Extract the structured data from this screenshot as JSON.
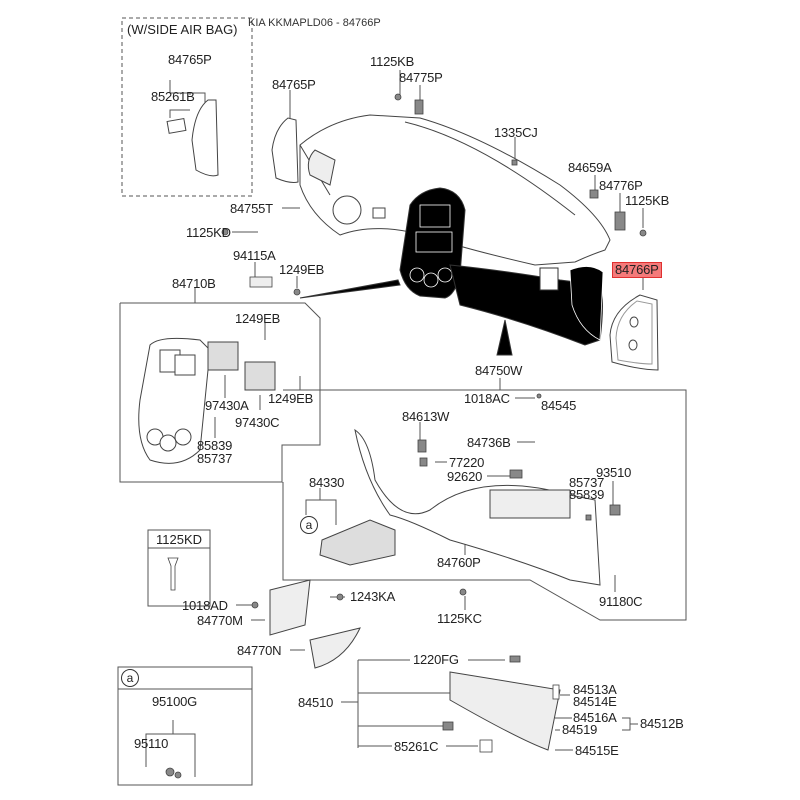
{
  "header": {
    "title": "KIA KKMAPLD06 - 84766P",
    "side_airbag_note": "(W/SIDE AIR BAG)"
  },
  "highlight": {
    "part": "84766P",
    "fill_color": "#f47a7a",
    "border_color": "#e03030"
  },
  "labels": {
    "p84765P_box": "84765P",
    "p85261B": "85261B",
    "p84765P": "84765P",
    "p1125KB_top": "1125KB",
    "p84775P": "84775P",
    "p1335CJ": "1335CJ",
    "p84659A": "84659A",
    "p84776P": "84776P",
    "p1125KB_right": "1125KB",
    "p84766P": "84766P",
    "p84755T": "84755T",
    "p1125KD": "1125KD",
    "p94115A": "94115A",
    "p1249EB_top": "1249EB",
    "p84710B": "84710B",
    "p1249EB_a": "1249EB",
    "p97430A": "97430A",
    "p1249EB_b": "1249EB",
    "p97430C": "97430C",
    "p85839_left": "85839",
    "p85737_left": "85737",
    "p84750W": "84750W",
    "p1018AC": "1018AC",
    "p84545": "84545",
    "p84613W": "84613W",
    "p84736B": "84736B",
    "p77220": "77220",
    "p92620": "92620",
    "p93510": "93510",
    "p85737_right": "85737",
    "p85839_right": "85839",
    "p84330": "84330",
    "p84760P": "84760P",
    "p91180C": "91180C",
    "p1243KA": "1243KA",
    "p1125KC": "1125KC",
    "p1018AD": "1018AD",
    "p84770M": "84770M",
    "p84770N": "84770N",
    "p1220FG": "1220FG",
    "p84510": "84510",
    "p84513A": "84513A",
    "p84514E": "84514E",
    "p84516A": "84516A",
    "p84512B": "84512B",
    "p84519": "84519",
    "p85261C": "85261C",
    "p84515E": "84515E"
  },
  "legend_box_1125KD": {
    "header": "1125KD"
  },
  "legend_box_a": {
    "marker": "a",
    "part_assembly": "95100G",
    "part": "95110"
  },
  "callout_marker": "a"
}
